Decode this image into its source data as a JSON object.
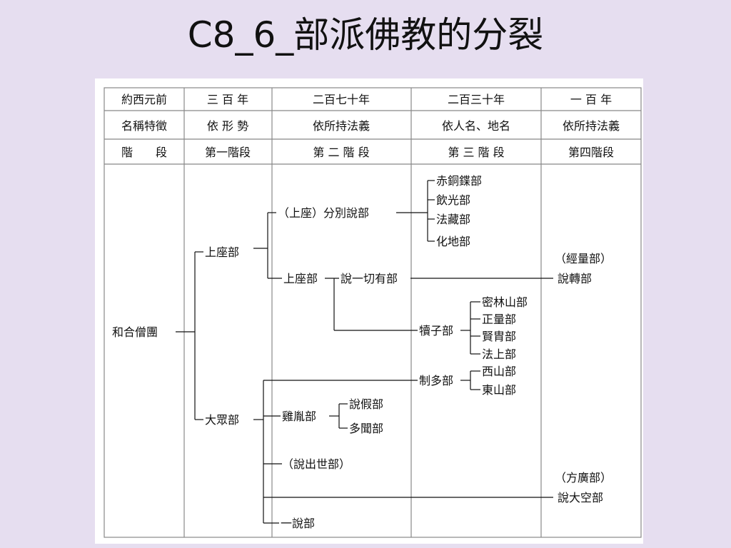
{
  "slide": {
    "title": "C8_6_部派佛教的分裂"
  },
  "table": {
    "rows": [
      [
        "約西元前",
        "三 百 年",
        "二百七十年",
        "二百三十年",
        "一 百 年"
      ],
      [
        "名稱特徵",
        "依 形 勢",
        "依所持法義",
        "依人名、地名",
        "依所持法義"
      ],
      [
        "階　　段",
        "第一階段",
        "第 二 階 段",
        "第 三 階 段",
        "第四階段"
      ]
    ]
  },
  "tree": {
    "root": "和合僧團",
    "stage1": {
      "upper": "上座部",
      "mass": "大眾部"
    },
    "stage2": {
      "vibhajya": "（上座）分別說部",
      "upper2": "上座部",
      "sarva": "說一切有部",
      "nanyin": "雞胤部",
      "shuochu": "（說出世部）",
      "yishuo": "一說部"
    },
    "stage3": {
      "chitong": "赤銅鍱部",
      "yinguang": "飲光部",
      "fazang": "法藏部",
      "huadi": "化地部",
      "duzi": "犢子部",
      "miling": "密林山部",
      "zhengliang": "正量部",
      "xianzhou": "賢胄部",
      "fashang": "法上部",
      "zhiduo": "制多部",
      "xishan": "西山部",
      "dongshan": "東山部",
      "shuojia": "說假部",
      "duowen": "多聞部"
    },
    "stage4": {
      "jingliang": "（經量部）",
      "shuozhuan": "說轉部",
      "fangguang": "（方廣部）",
      "shuodakong": "說大空部"
    }
  }
}
